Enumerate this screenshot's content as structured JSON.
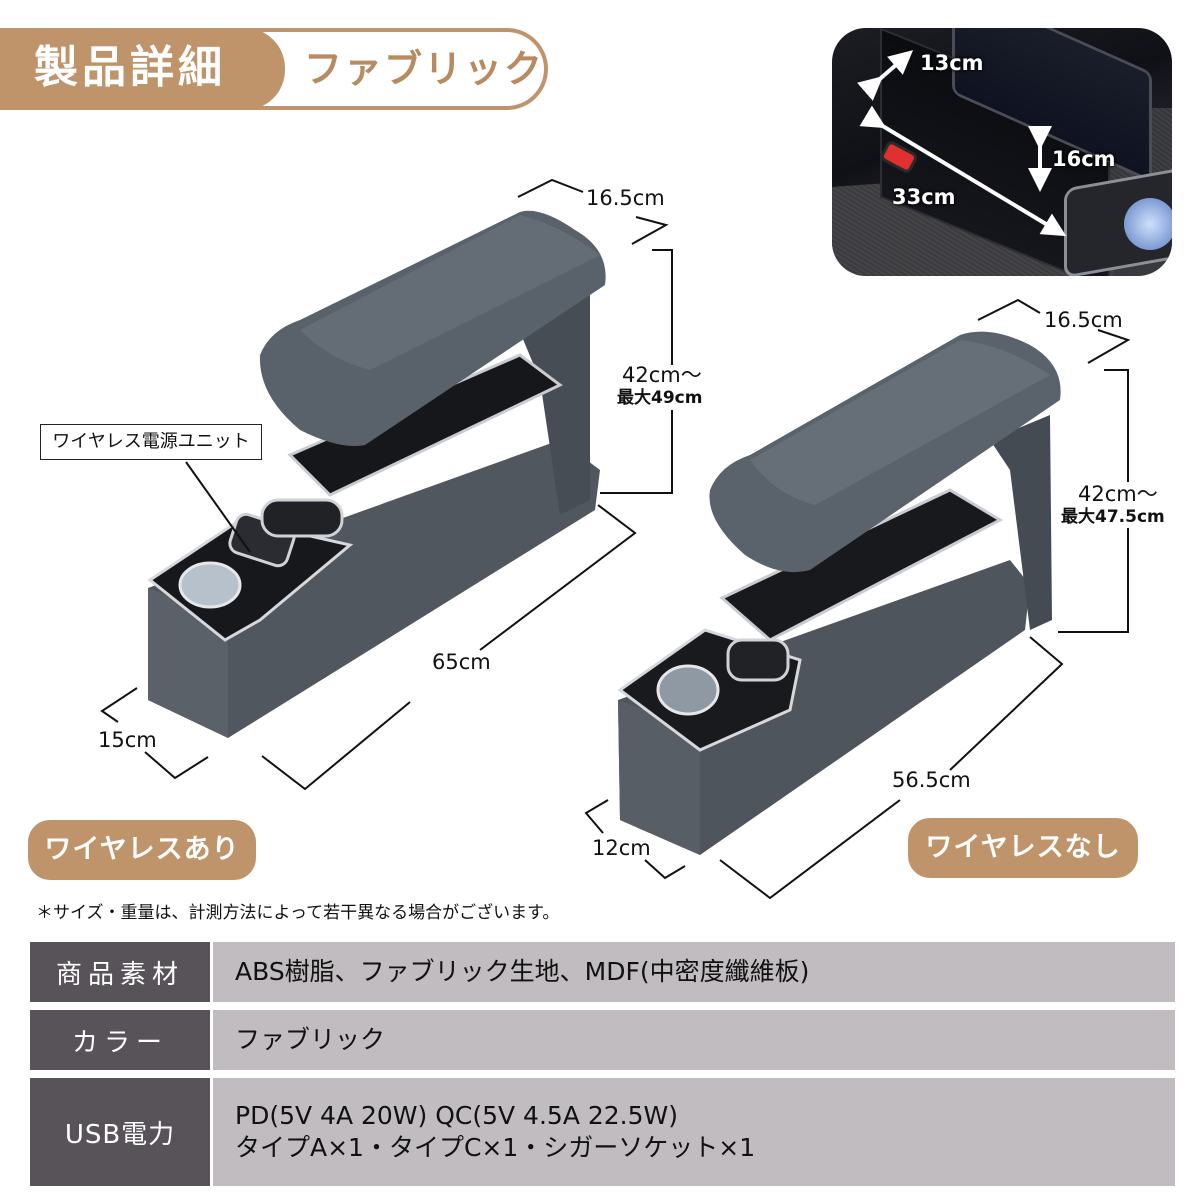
{
  "header": {
    "title": "製品詳細",
    "subtitle": "ファブリック",
    "accent_color": "#c0946a"
  },
  "inset_photo": {
    "labels": {
      "depth": "13cm",
      "height": "16cm",
      "length": "33cm"
    }
  },
  "product_wireless": {
    "callout": "ワイヤレス電源ユニット",
    "dims": {
      "top_width": "16.5cm",
      "height_line1": "42cm～",
      "height_line2": "最大49cm",
      "length": "65cm",
      "base_width": "15cm"
    },
    "badge": "ワイヤレスあり"
  },
  "product_no_wireless": {
    "dims": {
      "top_width": "16.5cm",
      "height_line1": "42cm～",
      "height_line2": "最大47.5cm",
      "length": "56.5cm",
      "base_width": "12cm"
    },
    "badge": "ワイヤレスなし"
  },
  "note": "＊サイズ・重量は、計測方法によって若干異なる場合がございます。",
  "spec_table": {
    "rows": [
      {
        "label": "商品素材",
        "value_lines": [
          "ABS樹脂、ファブリック生地、MDF(中密度纖維板)"
        ]
      },
      {
        "label": "カラー",
        "value_lines": [
          "ファブリック"
        ]
      },
      {
        "label": "USB電力",
        "value_lines": [
          "PD(5V 4A 20W) QC(5V 4.5A 22.5W)",
          "タイプA×1・タイプC×1・シガーソケット×1"
        ]
      }
    ]
  }
}
